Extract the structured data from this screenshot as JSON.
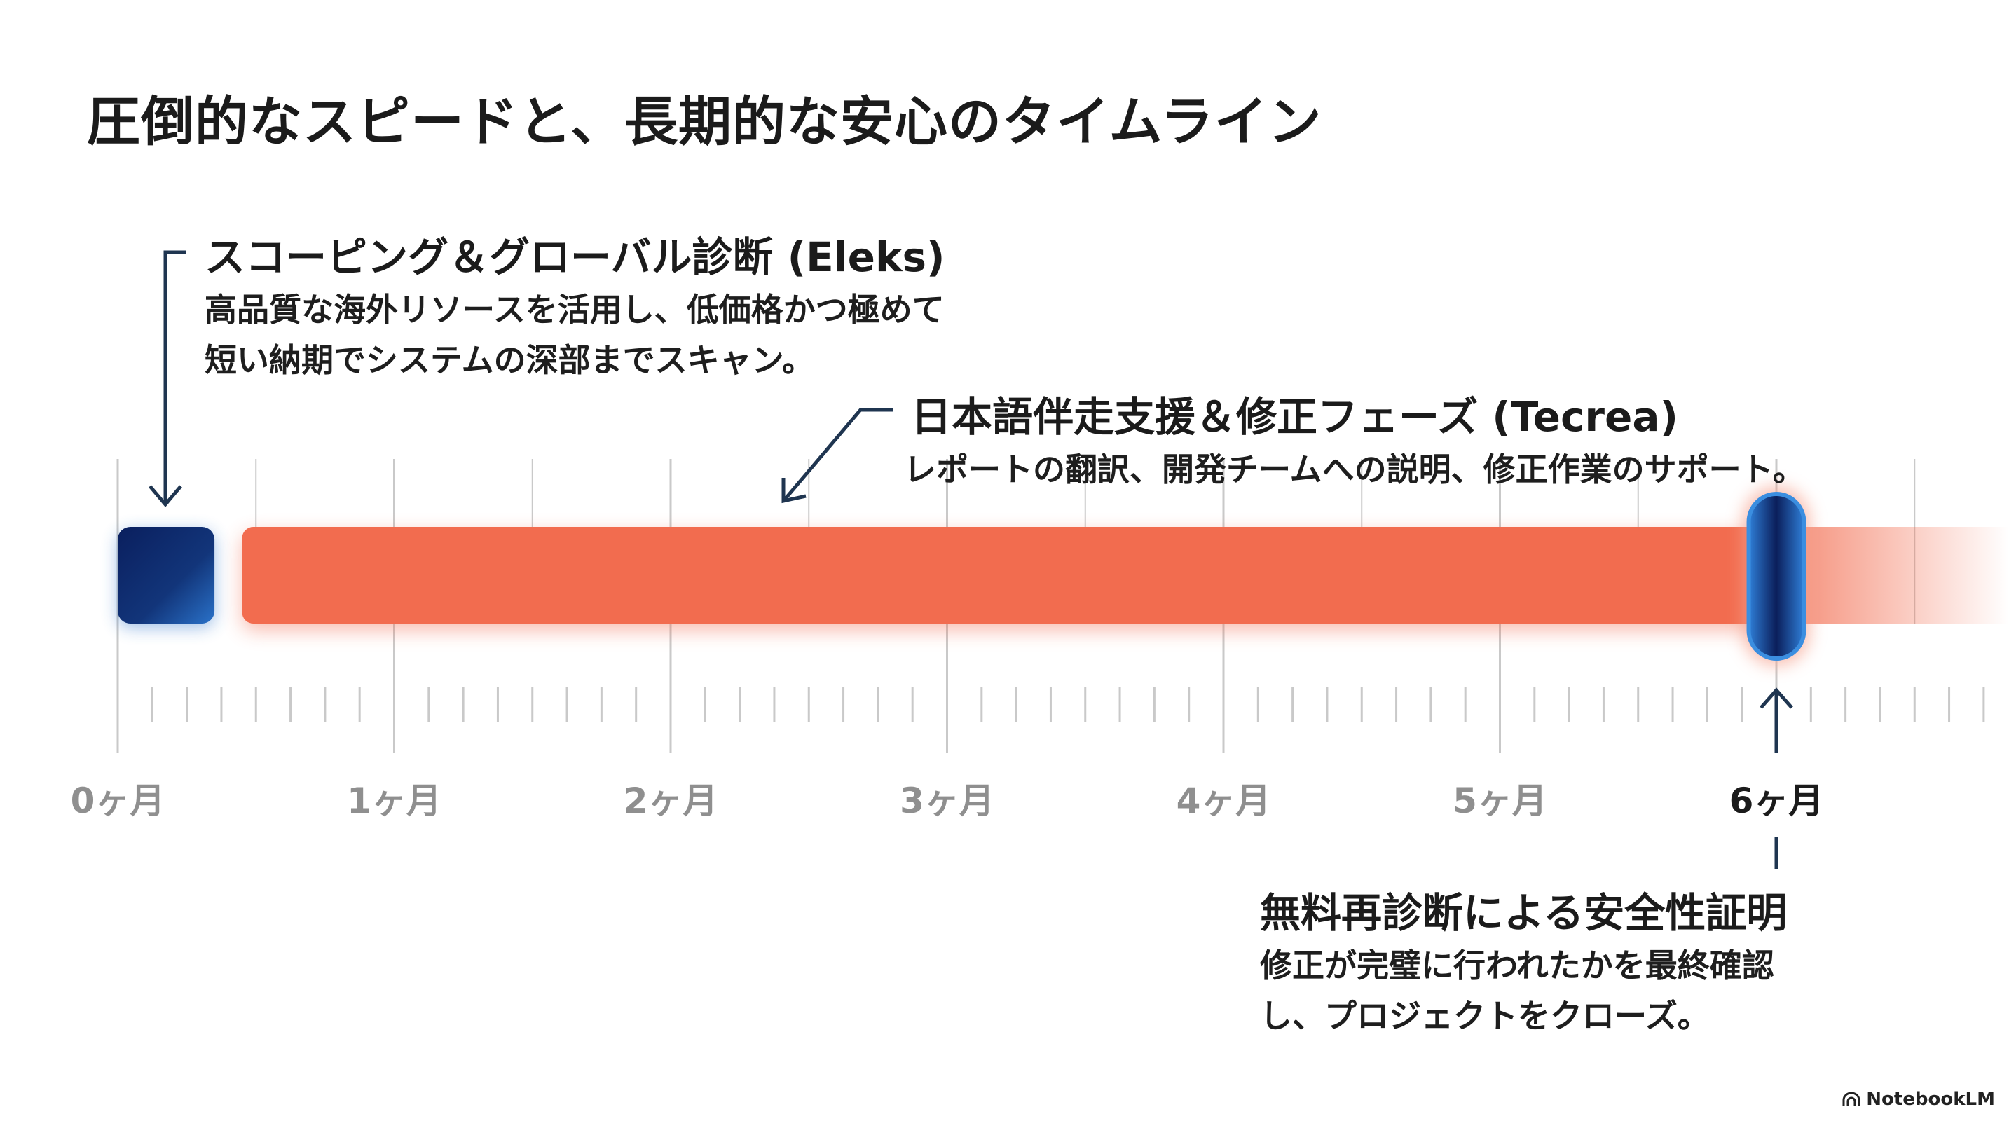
{
  "title": "圧倒的なスピードと、長期的な安心のタイムライン",
  "phases": [
    {
      "title": "スコーピング＆グローバル診断 (Eleks)",
      "description": [
        "高品質な海外リソースを活用し、低価格かつ極めて",
        "短い納期でシステムの深部までスキャン。"
      ],
      "start_month": 0.0,
      "end_month": 0.35,
      "color": "#0d2d6e"
    },
    {
      "title": "日本語伴走支援＆修正フェーズ (Tecrea)",
      "description": [
        "レポートの翻訳、開発チームへの説明、修正作業のサポート。"
      ],
      "start_month": 0.45,
      "end_month": 6.0,
      "color": "#f26c4f"
    },
    {
      "title": "無料再診断による安全性証明",
      "description": [
        "修正が完璧に行われたかを最終確認",
        "し、プロジェクトをクローズ。"
      ],
      "start_month": 5.9,
      "end_month": 6.1,
      "color": "#0d2d6e"
    }
  ],
  "axis": {
    "labels": [
      "0ヶ月",
      "1ヶ月",
      "2ヶ月",
      "3ヶ月",
      "4ヶ月",
      "5ヶ月",
      "6ヶ月"
    ],
    "highlight_index": 6
  },
  "colors": {
    "accent_orange": "#f26c4f",
    "accent_navy": "#0d2d6e",
    "grid": "#c9c9c9",
    "arrow": "#1f3550"
  },
  "brand": {
    "label": "NotebookLM"
  }
}
